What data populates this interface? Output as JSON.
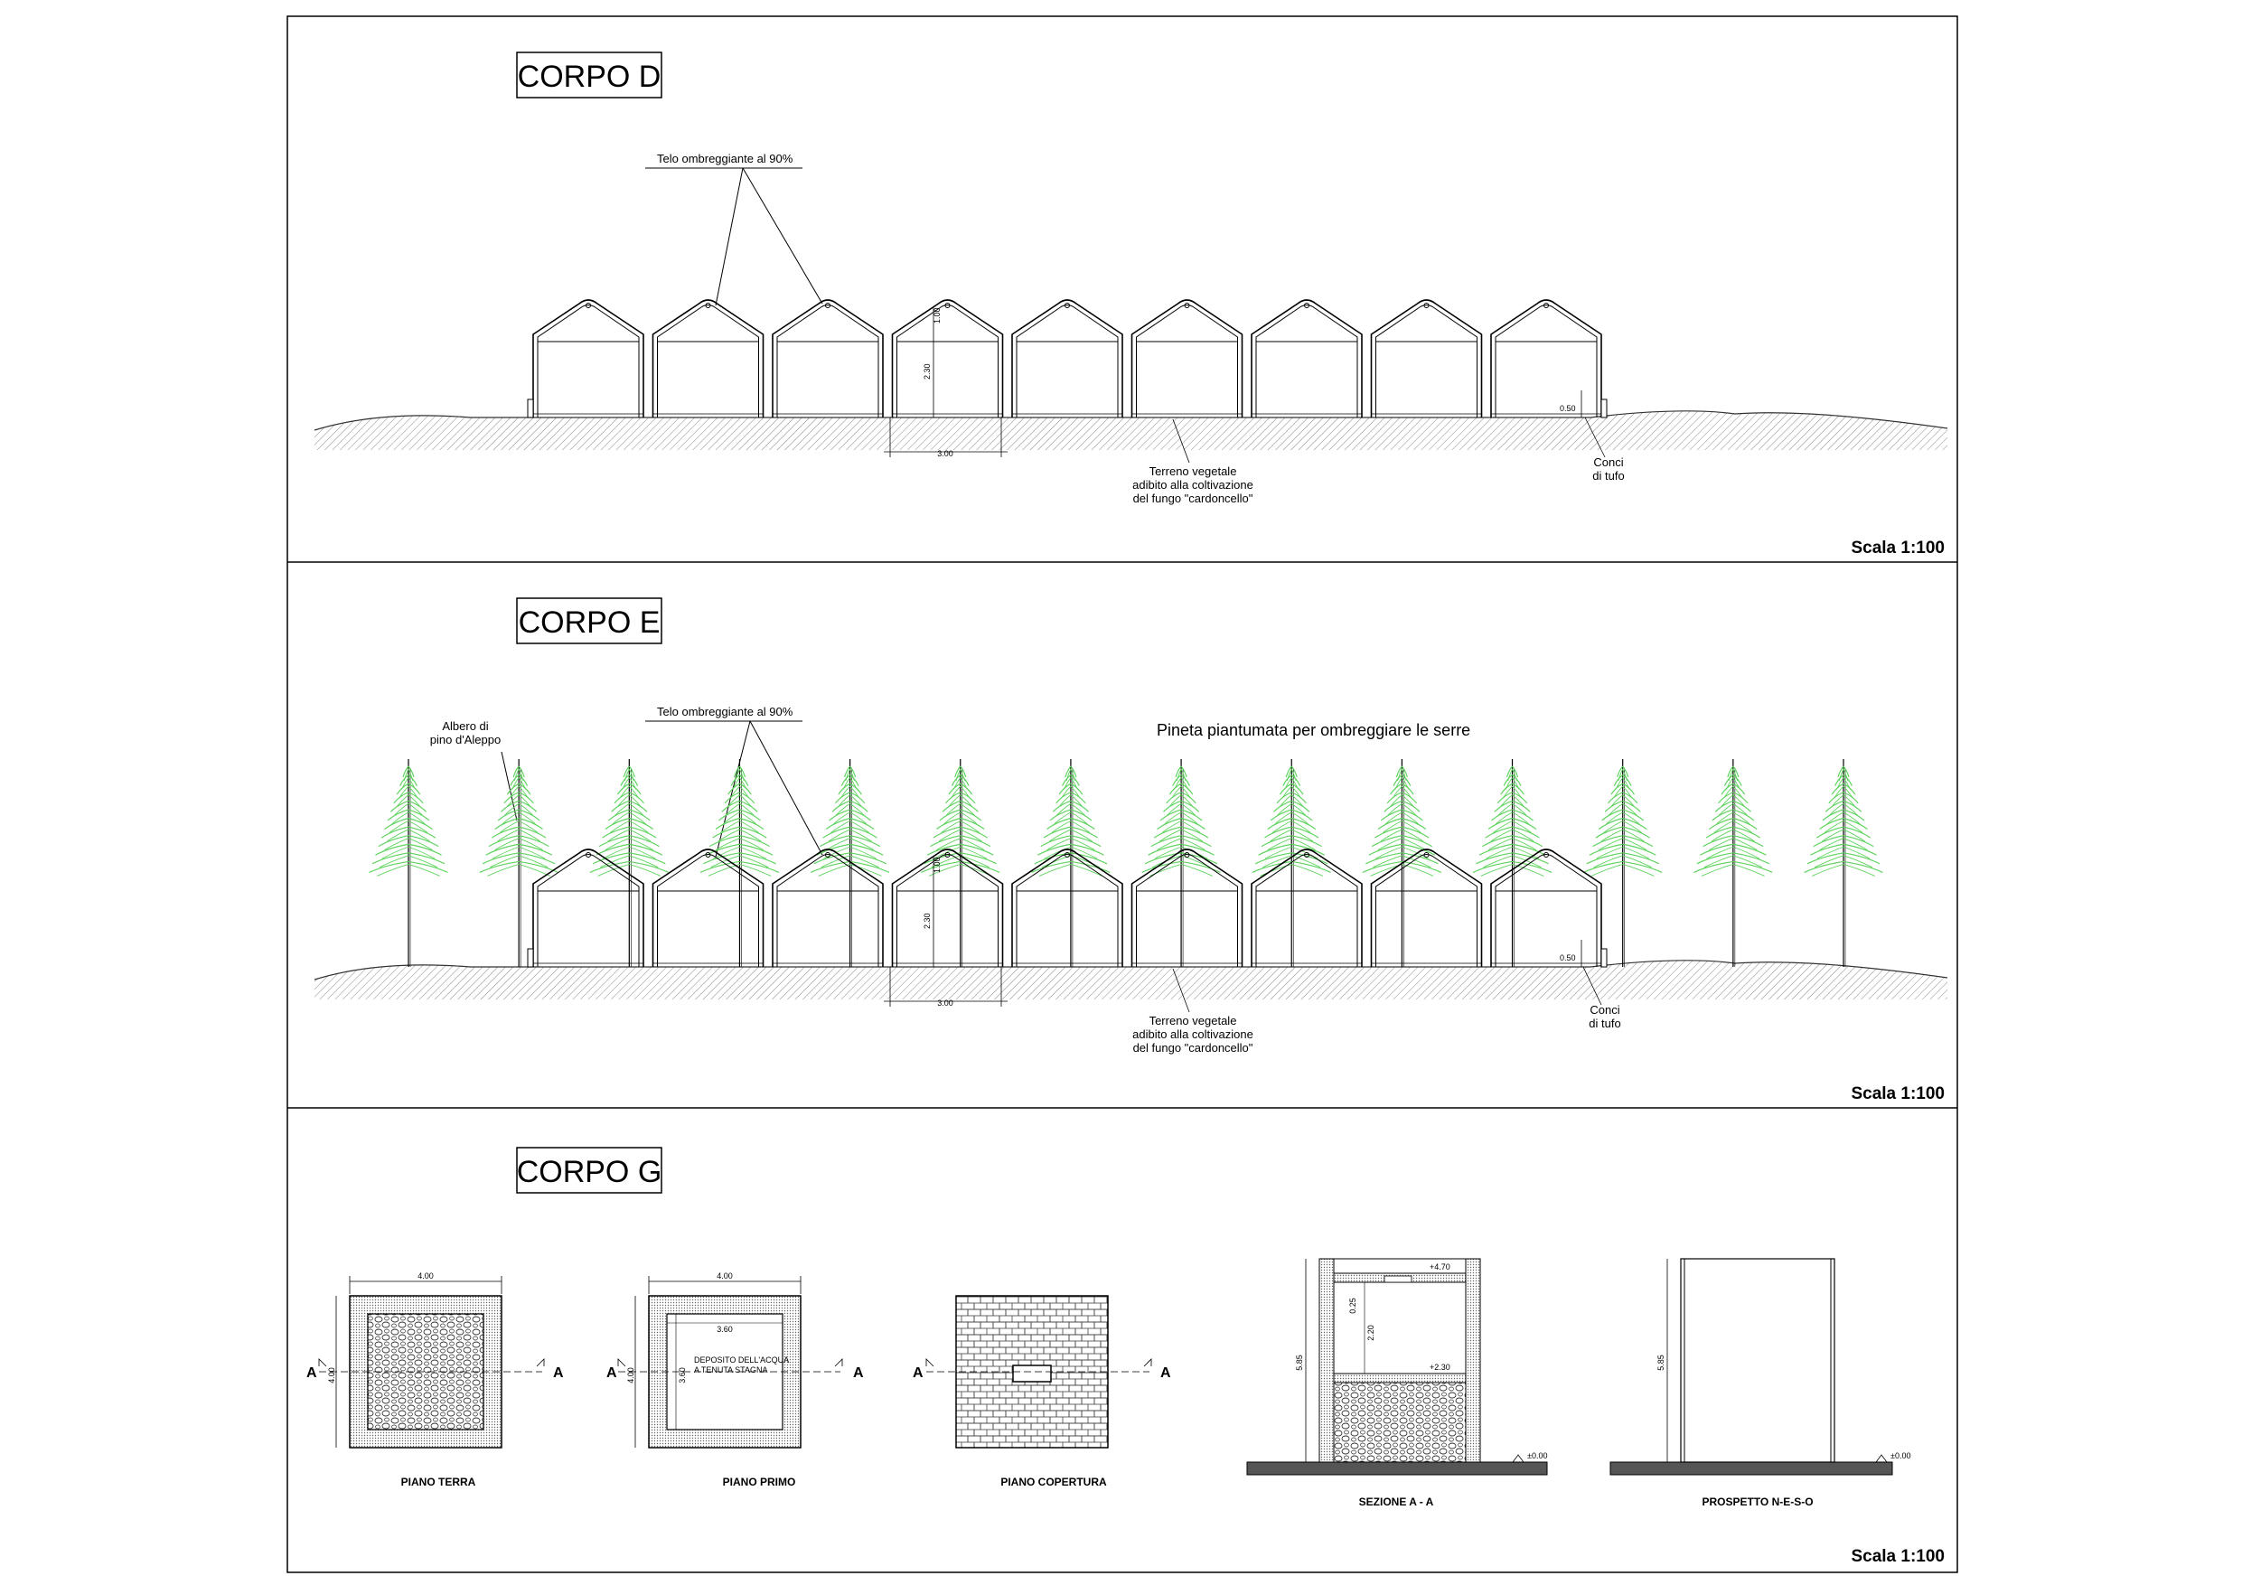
{
  "sheet": {
    "colors": {
      "line": "#000000",
      "tree": "#5fd35f",
      "ground": "#555555",
      "hatch": "#777777"
    },
    "panels": [
      {
        "id": "corpo_d",
        "title": "CORPO D",
        "scale": "Scala 1:100",
        "roof_note": "Telo ombreggiante al 90%",
        "ground_note": [
          "Terreno vegetale",
          "adibito alla coltivazione",
          "del fungo \"cardoncello\""
        ],
        "stone_note": [
          "Conci",
          "di tufo"
        ],
        "dim_width": "3.00",
        "dim_height": "2.30",
        "dim_roof": "1.00",
        "dim_base": "0.50",
        "greenhouse_count": 9
      },
      {
        "id": "corpo_e",
        "title": "CORPO E",
        "scale": "Scala 1:100",
        "roof_note": "Telo ombreggiante al 90%",
        "tree_note": [
          "Albero di",
          "pino d'Aleppo"
        ],
        "pine_note": "Pineta piantumata per ombreggiare le serre",
        "ground_note": [
          "Terreno vegetale",
          "adibito alla coltivazione",
          "del fungo \"cardoncello\""
        ],
        "stone_note": [
          "Conci",
          "di tufo"
        ],
        "dim_width": "3.00",
        "dim_height": "2.30",
        "dim_roof": "1.00",
        "dim_base": "0.50",
        "greenhouse_count": 9,
        "tree_count": 14
      },
      {
        "id": "corpo_g",
        "title": "CORPO G",
        "scale": "Scala 1:100",
        "views": [
          {
            "name": "PIANO TERRA",
            "dim_w": "4.00",
            "dim_h": "4.00"
          },
          {
            "name": "PIANO PRIMO",
            "dim_w": "4.00",
            "dim_h": "4.00",
            "inner_w": "3.60",
            "inner_h": "3.60",
            "note": [
              "DEPOSITO DELL'ACQUA",
              "A TENUTA STAGNA"
            ]
          },
          {
            "name": "PIANO COPERTURA"
          },
          {
            "name": "SEZIONE A - A",
            "dim_h": "5.85",
            "levels": [
              "+4.70",
              "+2.30",
              "±0.00"
            ],
            "dims": [
              "0.25",
              "2.20"
            ]
          },
          {
            "name": "PROSPETTO N-E-S-O",
            "dim_h": "5.85",
            "levels": [
              "±0.00"
            ]
          }
        ],
        "section_mark": "A"
      }
    ]
  }
}
